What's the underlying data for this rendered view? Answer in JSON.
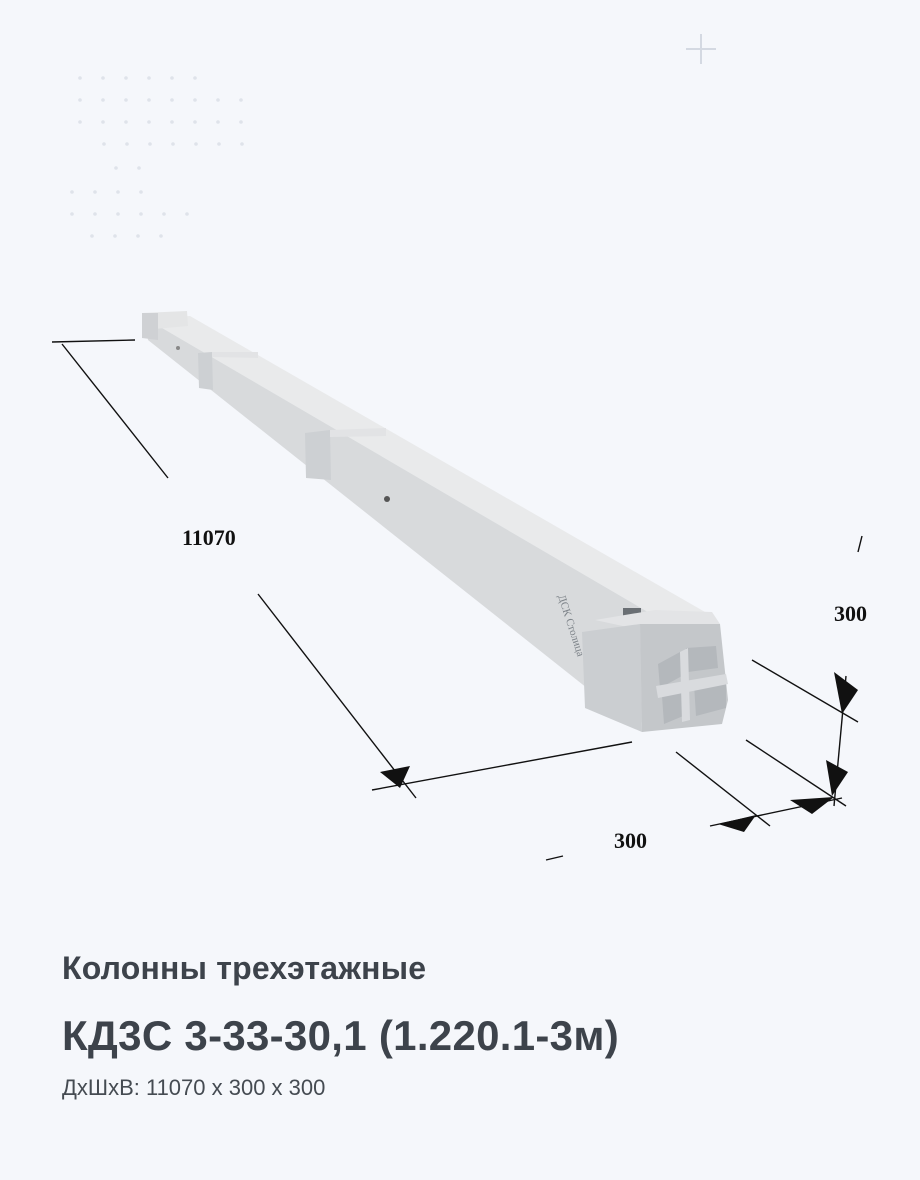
{
  "drawing": {
    "length_label": "11070",
    "width_label": "300",
    "height_label": "300",
    "brand_mark": "ДСК Столица"
  },
  "caption": {
    "category": "Колонны трехэтажные",
    "product": "КД3С 3-33-30,1 (1.220.1-3м)",
    "dimensions": "ДхШхВ: 11070 х  300 х  300"
  },
  "colors": {
    "background": "#f5f7fb",
    "text": "#3d434b",
    "concrete_top": "#e9eaeb",
    "concrete_side": "#d6d8da",
    "concrete_end": "#c4c7ca",
    "decor": "#d4d9e2"
  },
  "icons": [
    "plus-icon",
    "dot-grid"
  ]
}
